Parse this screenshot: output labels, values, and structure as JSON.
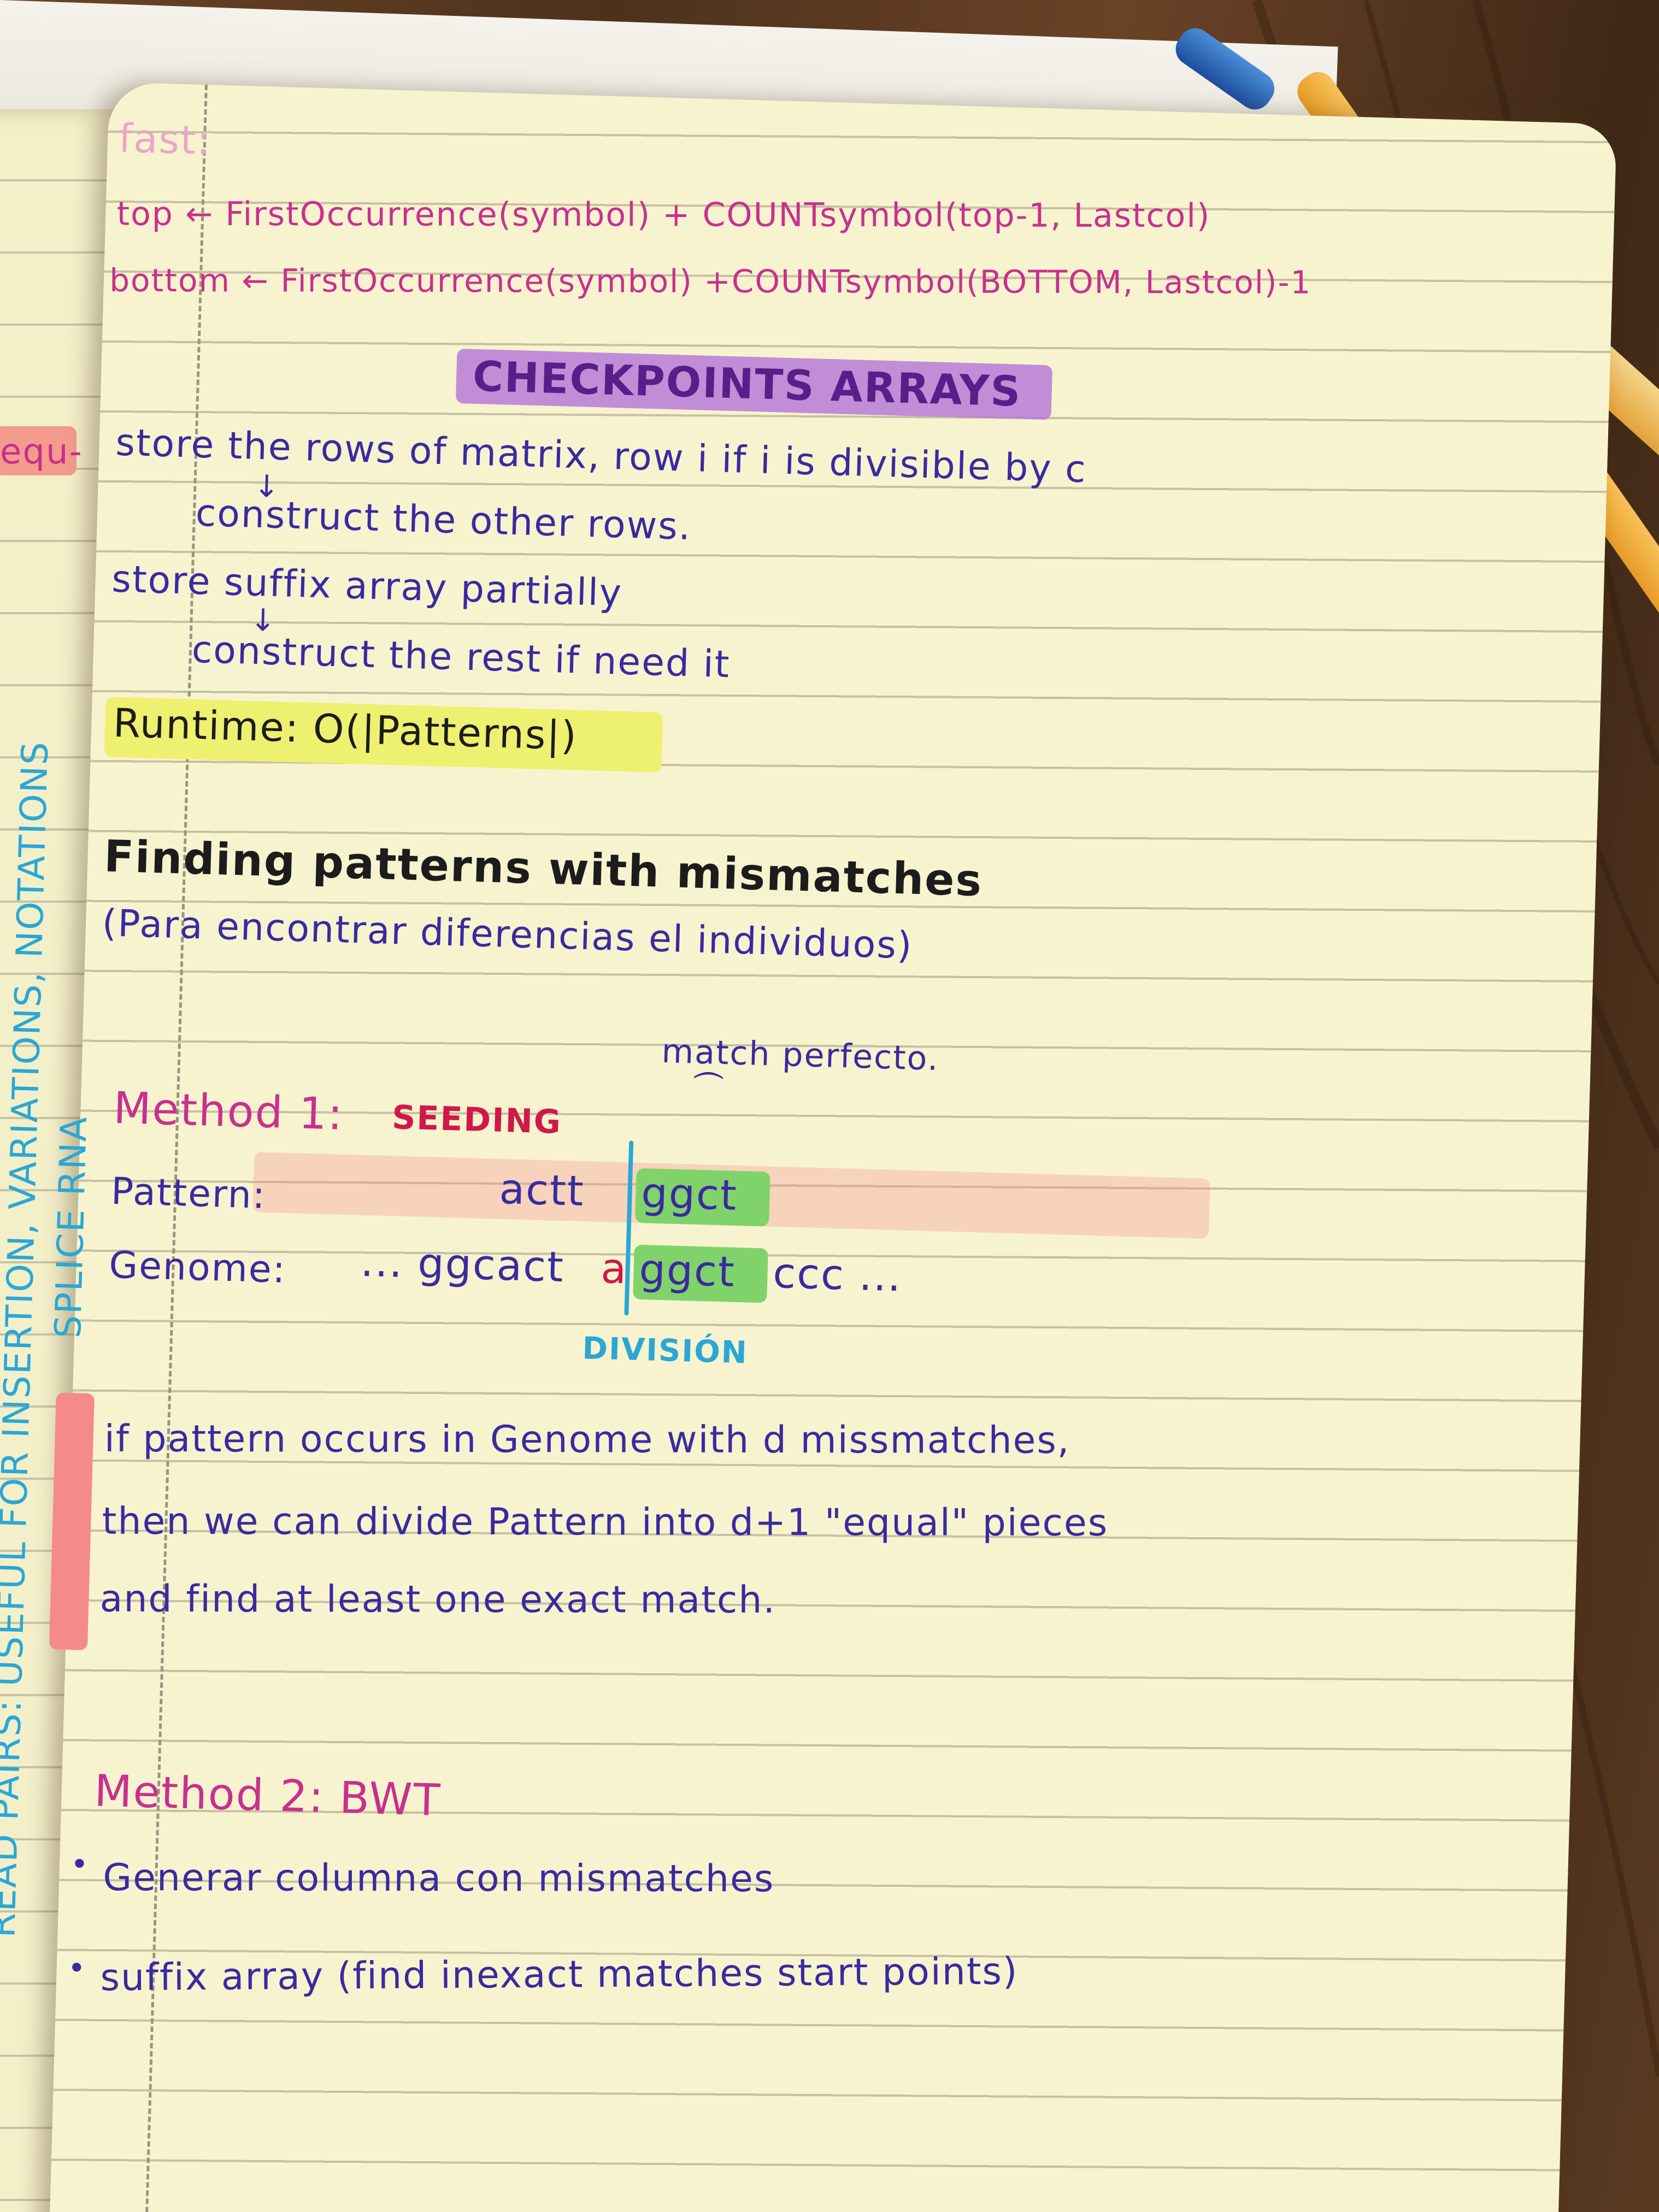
{
  "notes": {
    "fast_label": "fast:",
    "top_line": "top ← FirstOccurrence(symbol) + COUNTsymbol(top-1, Lastcol)",
    "bottom_line": "bottom ← FirstOccurrence(symbol) +COUNTsymbol(BOTTOM, Lastcol)-1",
    "checkpoints_title": "CHECKPOINTS ARRAYS",
    "store_rows": "store the rows of matrix, row i if i is divisible by c",
    "construct_rows": "construct the other rows.",
    "store_suffix": "store suffix array partially",
    "construct_rest": "construct the rest if need it",
    "runtime": "Runtime: O(|Patterns|)",
    "finding_title": "Finding patterns with mismatches",
    "finding_subtitle": "(Para encontrar diferencias el individuos)",
    "match_perfecto": "match perfecto.",
    "method1_label": "Method 1:",
    "method1_name": "SEEDING",
    "pattern_label": "Pattern:",
    "pattern_pre": "actt",
    "pattern_match": "ggct",
    "genome_label": "Genome:",
    "genome_pre": "... ggcact",
    "genome_mismatch": "a",
    "genome_match": "ggct",
    "genome_post": "ccc ...",
    "division": "DIVISIÓN",
    "para_line1": "if pattern occurs in Genome with d missmatches,",
    "para_line2": "then we can divide Pattern into d+1 \"equal\" pieces",
    "para_line3": "and find at least one exact match.",
    "method2_label": "Method 2: BWT",
    "bullet1": "Generar columna con mismatches",
    "bullet2": "suffix array (find inexact matches start points)",
    "side_note_1": "READ PAIRS: USEFUL FOR INSERTION, VARIATIONS, NOTATIONS",
    "side_note_2": "SPLICE RNA",
    "left_page_fragment": "equ-"
  },
  "colors": {
    "magenta_ink": "#c8308e",
    "purple_ink": "#3a2aa0",
    "black_ink": "#1c1c1c",
    "red_ink": "#d0184a",
    "cyan_ink": "#2aa7d6",
    "yellow_highlight": "#eef070",
    "purple_highlight": "#b77ad8",
    "green_highlight": "#7fd36a",
    "pink_highlight": "#f48a8a"
  }
}
